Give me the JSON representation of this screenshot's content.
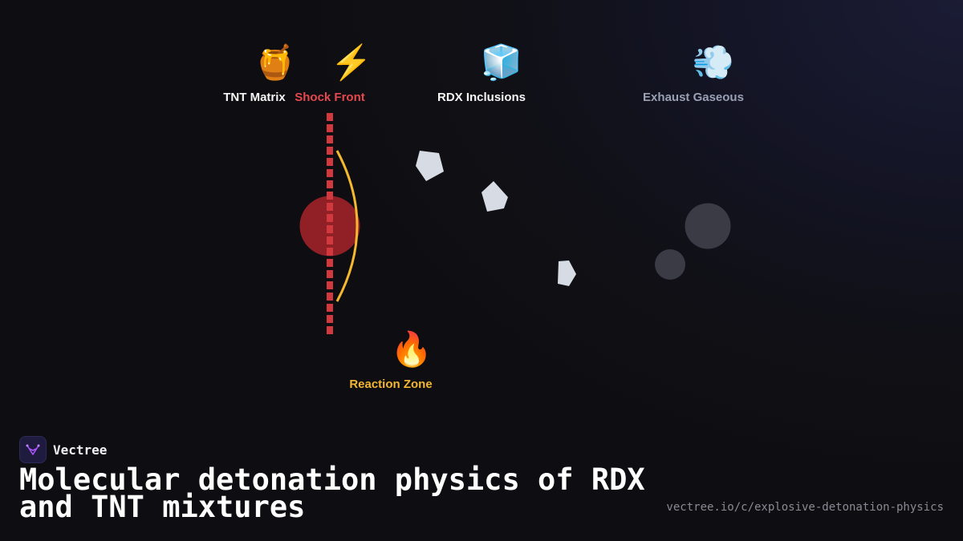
{
  "components": [
    {
      "id": "tnt",
      "icon": "honey-pot-icon",
      "emoji": "🍯",
      "label": "TNT Matrix",
      "color": "#f5f5f5"
    },
    {
      "id": "shock",
      "icon": "lightning-icon",
      "emoji": "⚡",
      "label": "Shock Front",
      "color": "#e5484d"
    },
    {
      "id": "rdx",
      "icon": "ice-cube-icon",
      "emoji": "🧊",
      "label": "RDX Inclusions",
      "color": "#f5f5f5"
    },
    {
      "id": "exhaust",
      "icon": "dashing-away-icon",
      "emoji": "💨",
      "label": "Exhaust Gaseous",
      "color": "#9aa0b4"
    },
    {
      "id": "reaction",
      "icon": "fire-icon",
      "emoji": "🔥",
      "label": "Reaction Zone",
      "color": "#f2b632"
    }
  ],
  "colors": {
    "shock_line": "#d1393e",
    "reaction_arc": "#f5b82e",
    "hot_spot": "#b3262c",
    "crystal": "#d7dbe4",
    "gas_bubble": "#3a3b45"
  },
  "brand": {
    "name": "Vectree",
    "logo_icon": "vectree-logo-icon"
  },
  "title": "Molecular detonation physics of RDX and TNT mixtures",
  "url": "vectree.io/c/explosive-detonation-physics"
}
